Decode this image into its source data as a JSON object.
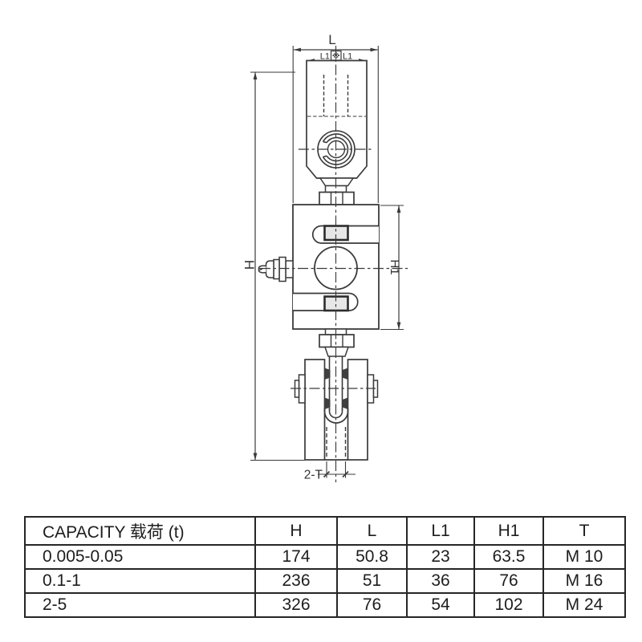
{
  "drawing": {
    "dims": {
      "l_label": "L",
      "l1_left": "L1",
      "l1_mark": "※",
      "l1_right": "L1",
      "h_label": "H",
      "h1_label": "H1",
      "thread_label": "2-T"
    },
    "line_color": "#3a3a3a"
  },
  "table": {
    "headers": [
      "CAPACITY 载荷 (t)",
      "H",
      "L",
      "L1",
      "H1",
      "T"
    ],
    "rows": [
      [
        "0.005-0.05",
        "174",
        "50.8",
        "23",
        "63.5",
        "M 10"
      ],
      [
        "0.1-1",
        "236",
        "51",
        "36",
        "76",
        "M 16"
      ],
      [
        "2-5",
        "326",
        "76",
        "54",
        "102",
        "M 24"
      ]
    ]
  }
}
